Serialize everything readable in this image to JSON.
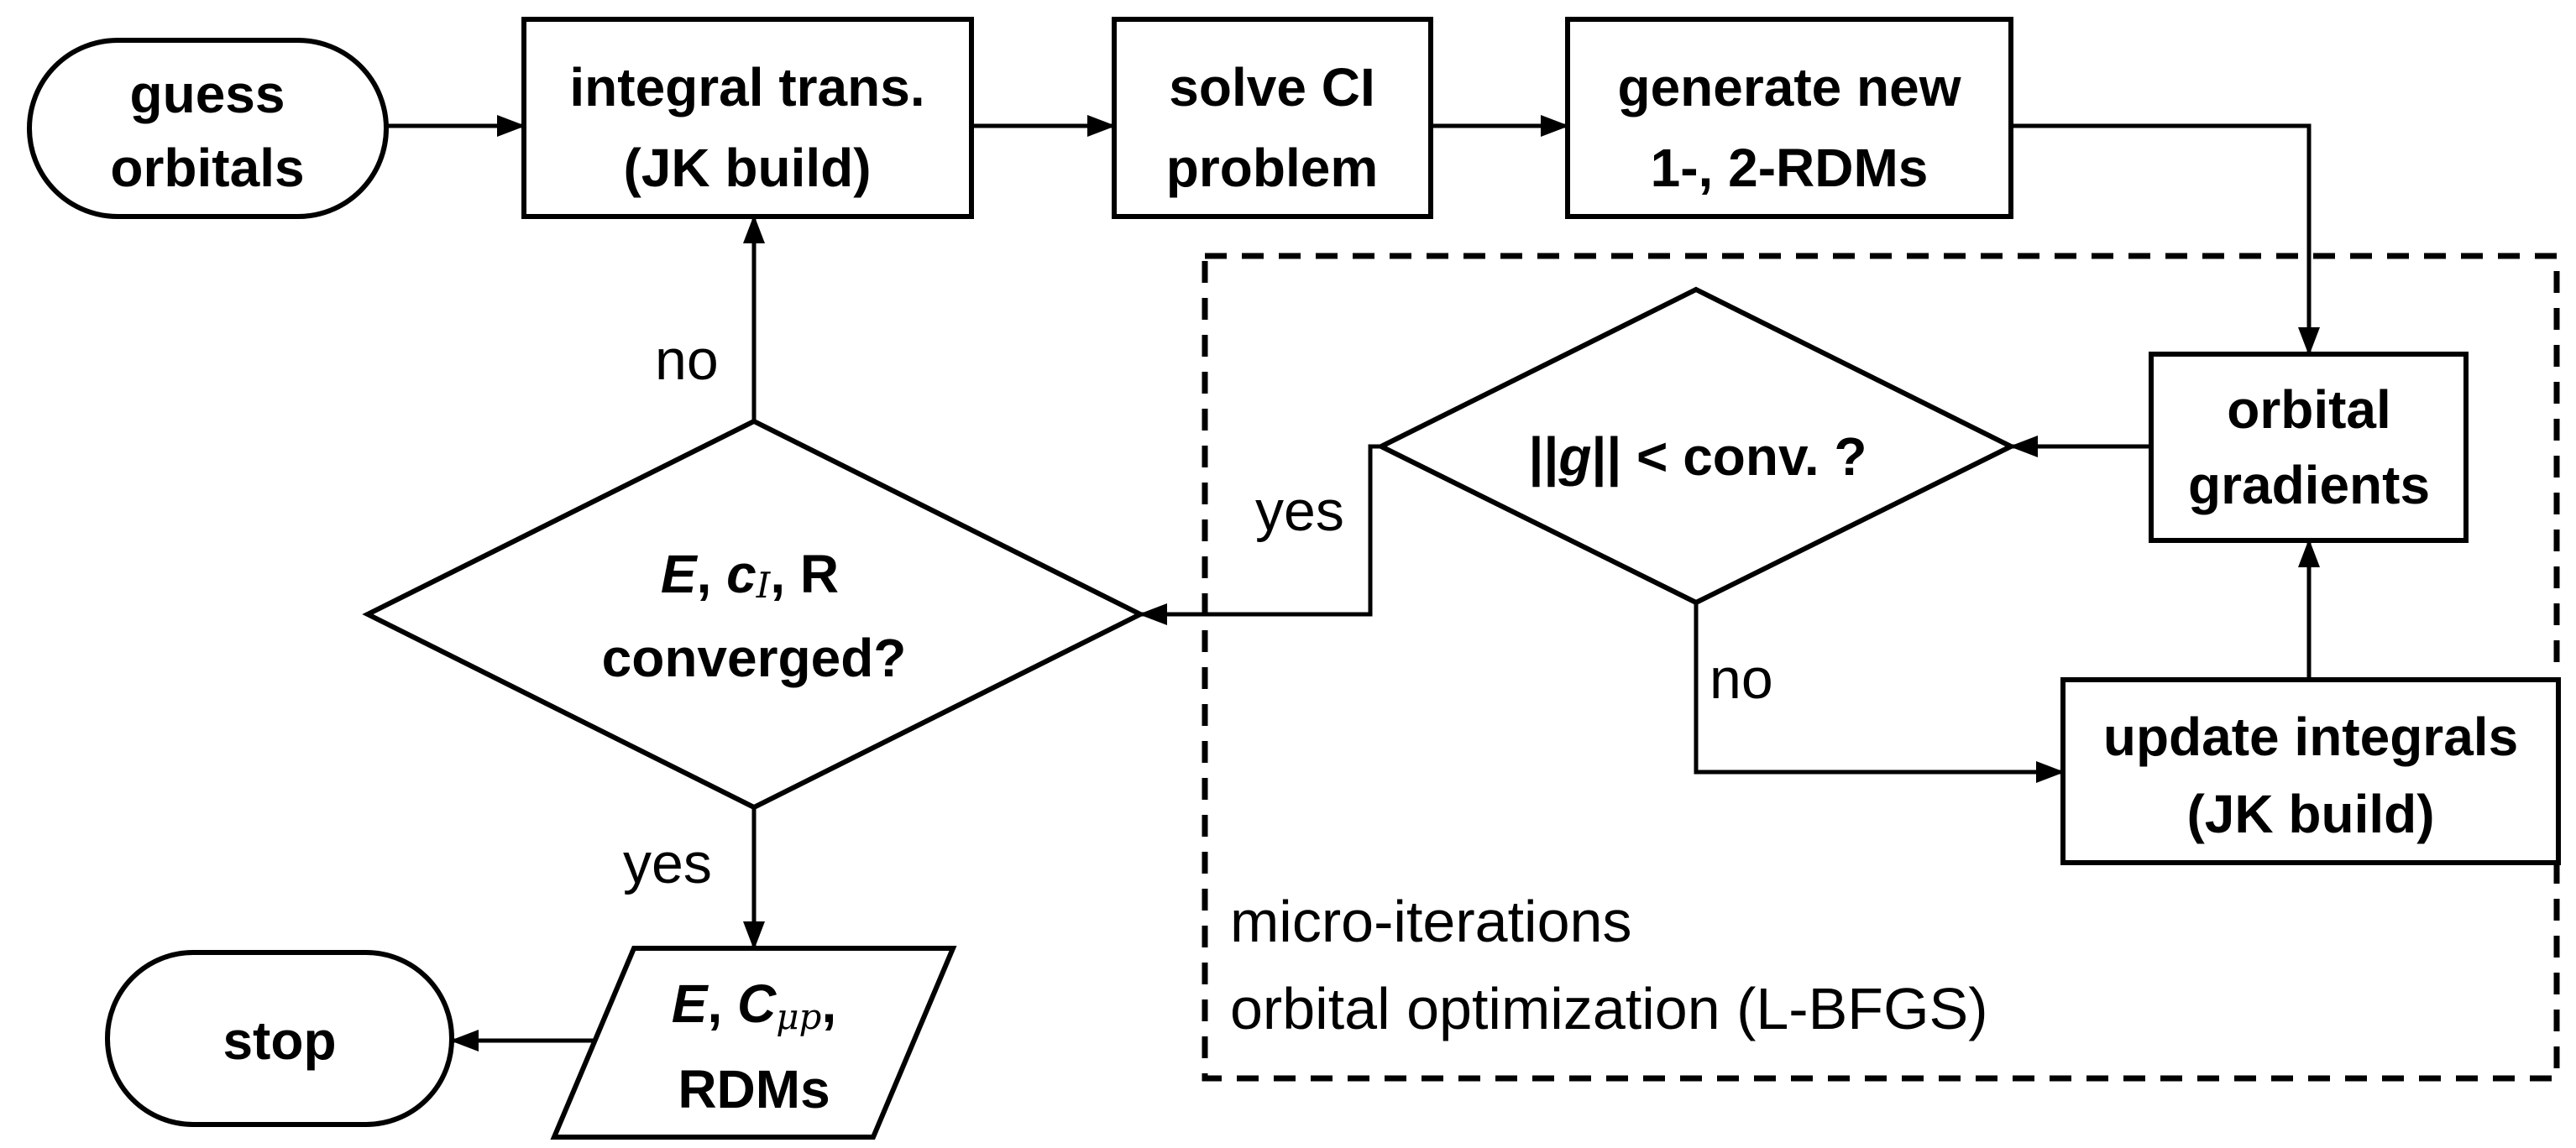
{
  "nodes": {
    "guess": {
      "lines": [
        "guess",
        "orbitals"
      ]
    },
    "integral": {
      "lines": [
        "integral trans.",
        "(JK build)"
      ]
    },
    "solve": {
      "lines": [
        "solve CI",
        "problem"
      ]
    },
    "generate": {
      "lines": [
        "generate new",
        "1-, 2-RDMs"
      ]
    },
    "gradients": {
      "lines": [
        "orbital",
        "gradients"
      ]
    },
    "gnorm": {
      "bars_left": "||",
      "g": "g",
      "bars_right": "||",
      "text": " < conv. ?"
    },
    "update": {
      "lines": [
        "update integrals",
        "(JK build)"
      ]
    },
    "converged": {
      "E": "E",
      "sep1": ", ",
      "c": "c",
      "c_sub": "I",
      "sep2": ", ",
      "R": "R",
      "line2": "converged?"
    },
    "output": {
      "E": "E",
      "sep1": ", ",
      "C": "C",
      "C_sub": "μp",
      "sep2": ",",
      "line2": "RDMs"
    },
    "stop": {
      "label": "stop"
    }
  },
  "edges": {
    "no_top": "no",
    "yes_bottom": "yes",
    "yes_inner": "yes",
    "no_inner": "no"
  },
  "region": {
    "lines": [
      "micro-iterations",
      "orbital optimization (L-BFGS)"
    ]
  }
}
